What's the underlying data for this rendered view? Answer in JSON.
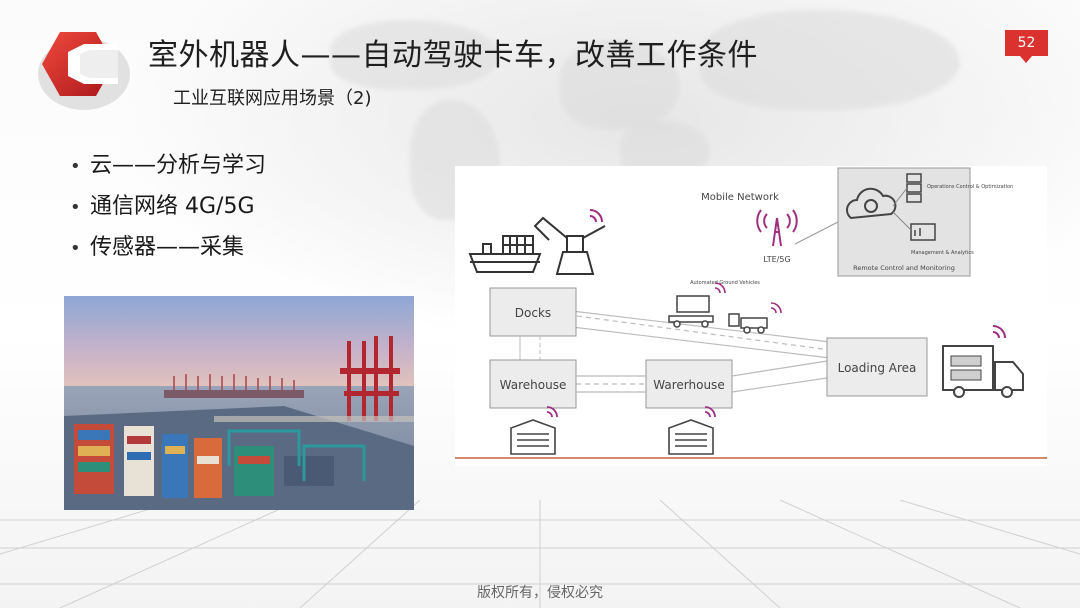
{
  "slide": {
    "title": "室外机器人——自动驾驶卡车，改善工作条件",
    "subtitle": "工业互联网应用场景（2)",
    "page_number": "52",
    "footer": "版权所有，侵权必究"
  },
  "bullets": [
    "云——分析与学习",
    "通信网络 4G/5G",
    "传感器——采集"
  ],
  "diagram": {
    "mobile_network": "Mobile Network",
    "lte": "LTE/5G",
    "docks": "Docks",
    "warehouse_1": "Warehouse",
    "warehouse_2": "Warerhouse",
    "loading_area": "Loading Area",
    "agv_label": "Automated Ground Vehicles",
    "remote_box": "Remote Control and Monitoring",
    "operations": "Operations Control & Optimization",
    "management": "Management & Analytics"
  },
  "colors": {
    "accent_red": "#d9322f",
    "signal_purple": "#a0307f",
    "ground_line": "#d28a6a"
  }
}
